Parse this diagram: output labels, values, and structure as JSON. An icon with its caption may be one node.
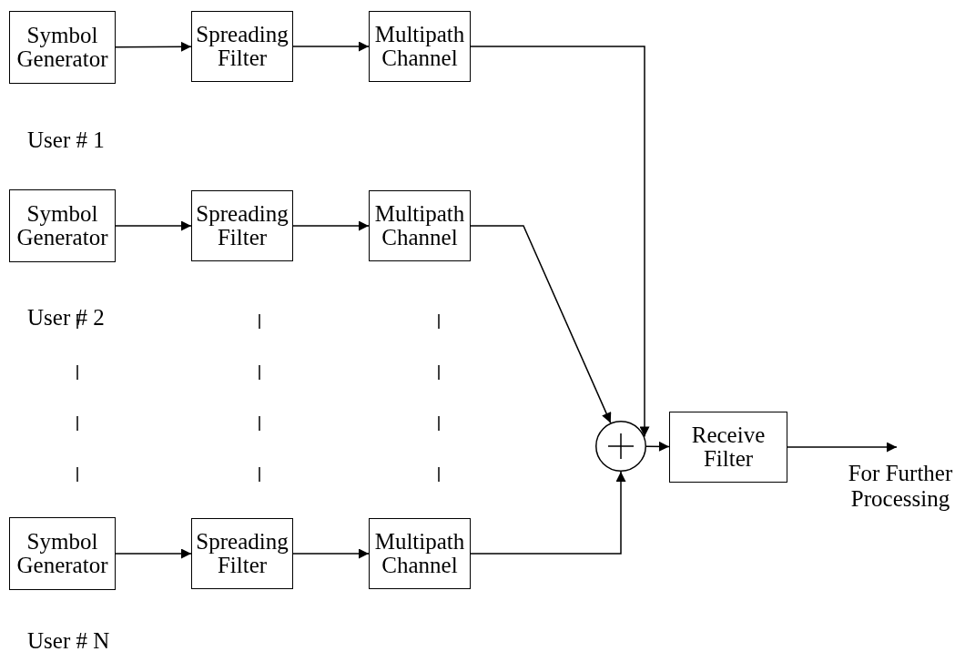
{
  "diagram": {
    "nodes": [
      {
        "text": [
          "Symbol Generator"
        ]
      },
      {
        "text": [
          "Spreading Filter"
        ]
      },
      {
        "text": [
          "Multipath Channel"
        ]
      },
      {
        "text": [
          "Symbol Generator"
        ]
      },
      {
        "text": [
          "Spreading Filter"
        ]
      },
      {
        "text": [
          "Multipath Channel"
        ]
      },
      {
        "text": [
          "Symbol Generator"
        ]
      },
      {
        "text": [
          "Spreading Filter"
        ]
      },
      {
        "text": [
          "Multipath Channel"
        ]
      },
      {
        "text": [],
        "shape": "circle"
      },
      {
        "text": [
          "Receive Filter"
        ]
      }
    ],
    "edges": [
      {
        "from": 0,
        "to": 1,
        "arrow": "to"
      },
      {
        "from": 1,
        "to": 2,
        "arrow": "to"
      },
      {
        "from": 3,
        "to": 4,
        "arrow": "to"
      },
      {
        "from": 4,
        "to": 5,
        "arrow": "to"
      },
      {
        "from": 6,
        "to": 7,
        "arrow": "to"
      },
      {
        "from": 7,
        "to": 8,
        "arrow": "to"
      },
      {
        "from": 2,
        "to": 9,
        "arrow": "to"
      },
      {
        "from": 5,
        "to": 9,
        "arrow": "to"
      },
      {
        "from": 8,
        "to": 9,
        "arrow": "to"
      },
      {
        "from": 9,
        "to": 10,
        "arrow": "to"
      },
      {
        "from": 10,
        "to": null,
        "arrow": "to"
      }
    ],
    "labels": [
      "User # 1",
      "User # 2",
      "User # N",
      "For Further Processing"
    ]
  }
}
